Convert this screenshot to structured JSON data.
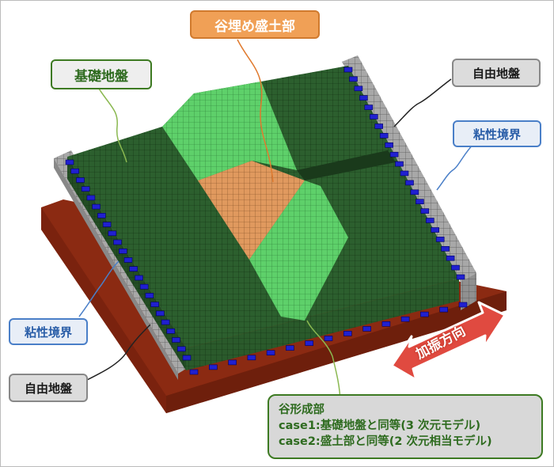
{
  "labels": {
    "valley_fill": "谷埋め盛土部",
    "foundation": "基礎地盤",
    "free_field_right": "自由地盤",
    "free_field_left": "自由地盤",
    "viscous_right": "粘性境界",
    "viscous_left": "粘性境界",
    "excitation_direction": "加振方向"
  },
  "valley_box": {
    "title": "谷形成部",
    "line1": "case1:基礎地盤と同等(3 次元モデル)",
    "line2": "case2:盛土部と同等(2 次元相当モデル)"
  },
  "colors": {
    "foundation_mesh": "#2c5f2e",
    "valley_mesh": "#5ed06a",
    "fill_mesh": "#e0995e",
    "base_plate": "#8b2a12",
    "free_field": "#a8a8a8",
    "viscous_dampers": "#2020d0",
    "arrow": "#e04a40"
  }
}
